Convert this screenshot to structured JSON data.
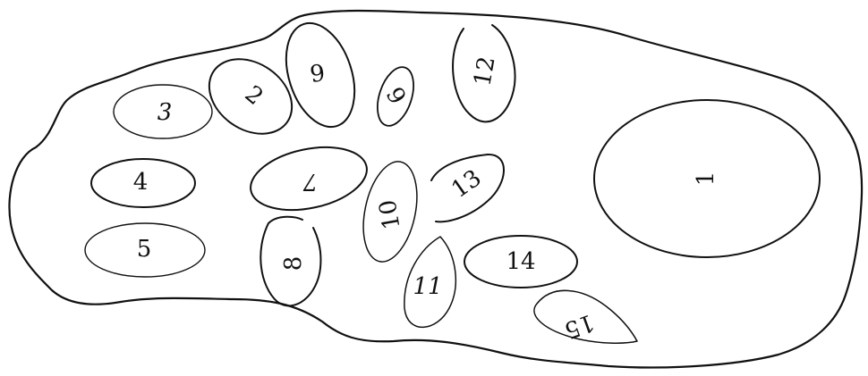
{
  "colors": {
    "ink": "#111111",
    "background": "#ffffff"
  },
  "regions": [
    {
      "id": "r1",
      "label": "1"
    },
    {
      "id": "r2",
      "label": "2"
    },
    {
      "id": "r3",
      "label": "3"
    },
    {
      "id": "r4",
      "label": "4"
    },
    {
      "id": "r5",
      "label": "5"
    },
    {
      "id": "r6a",
      "label": "9"
    },
    {
      "id": "r6b",
      "label": "9"
    },
    {
      "id": "r7",
      "label": "7"
    },
    {
      "id": "r8",
      "label": "8"
    },
    {
      "id": "r10",
      "label": "10"
    },
    {
      "id": "r11",
      "label": "11"
    },
    {
      "id": "r12",
      "label": "12"
    },
    {
      "id": "r13",
      "label": "13"
    },
    {
      "id": "r14",
      "label": "14"
    },
    {
      "id": "r15",
      "label": "15"
    }
  ]
}
